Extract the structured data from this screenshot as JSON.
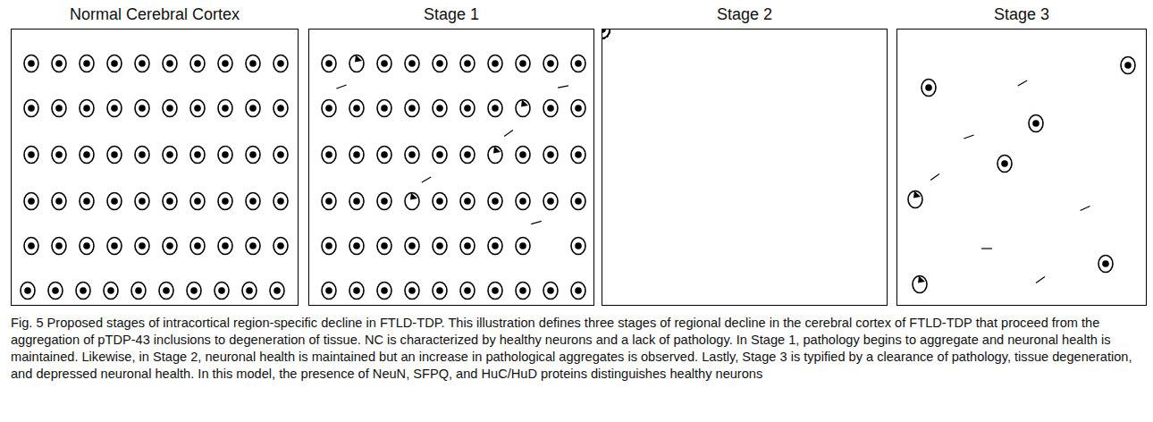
{
  "diagram": {
    "caption": "Fig. 5 Proposed stages of intracortical region-specific decline in FTLD-TDP. This illustration defines three stages of regional decline in the cerebral cortex of FTLD-TDP that proceed from the aggregation of pTDP-43 inclusions to degeneration of tissue. NC is characterized by healthy neurons and a lack of pathology. In Stage 1, pathology begins to aggregate and neuronal health is maintained. Likewise, in Stage 2, neuronal health is maintained but an increase in pathological aggregates is observed. Lastly, Stage 3 is typified by a clearance of pathology, tissue degeneration, and depressed neuronal health. In this model, the presence of NeuN, SFPQ, and HuC/HuD proteins distinguishes healthy neurons",
    "nodes": [
      {
        "text": [
          "Normal Cerebral Cortex"
        ]
      },
      {
        "text": [
          "Stage 1"
        ]
      },
      {
        "text": [
          "Stage 2"
        ]
      },
      {
        "text": [
          "Stage 3"
        ]
      }
    ]
  }
}
